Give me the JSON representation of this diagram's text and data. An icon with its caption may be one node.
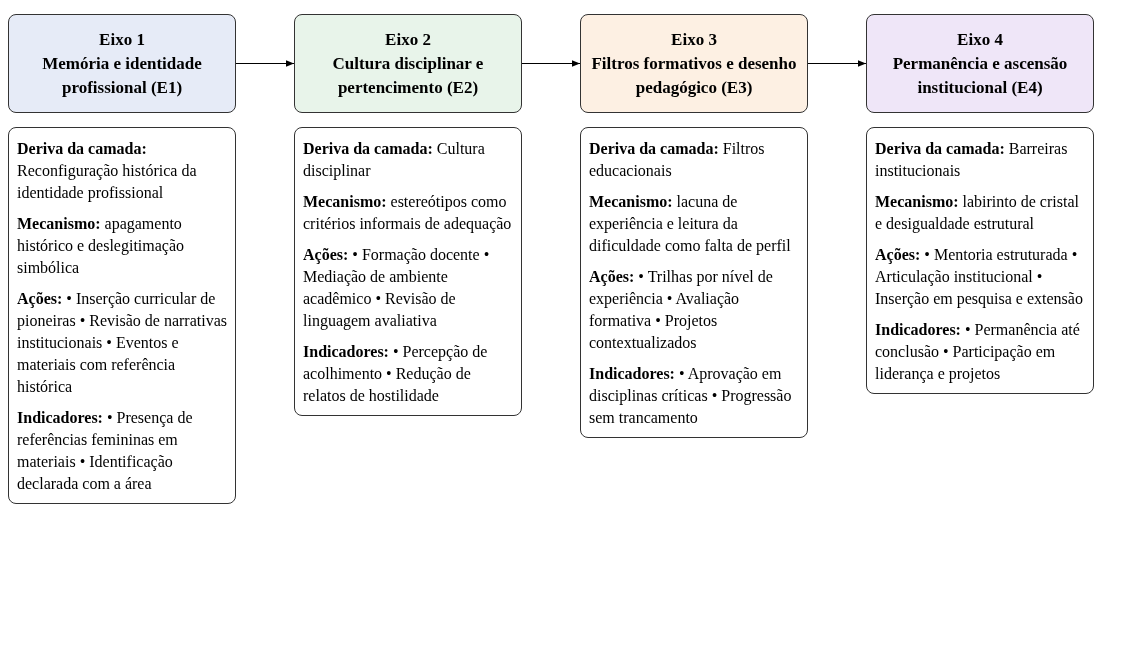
{
  "diagram": {
    "nodes": [
      {
        "text": [
          "Eixo 1",
          "Memória e identidade profissional (E1)"
        ]
      },
      {
        "text": [
          "Eixo 2",
          "Cultura disciplinar e pertencimento (E2)"
        ]
      },
      {
        "text": [
          "Eixo 3",
          "Filtros formativos e desenho pedagógico (E3)"
        ]
      },
      {
        "text": [
          "Eixo 4",
          "Permanência e ascensão institucional (E4)"
        ]
      },
      {
        "text": [
          "**Deriva da camada:** Reconfiguração histórica da identidade profissional",
          "**Mecanismo:** apagamento histórico e deslegitimação simbólica",
          "**Ações:** • Inserção curricular de pioneiras • Revisão de narrativas institucionais • Eventos e materiais com referência histórica",
          "**Indicadores:** • Presença de referências femininas em materiais • Identificação declarada com a área"
        ]
      },
      {
        "text": [
          "**Deriva da camada:** Cultura disciplinar",
          "**Mecanismo:** estereótipos como critérios informais de adequação",
          "**Ações:** • Formação docente • Mediação de ambiente acadêmico • Revisão de linguagem avaliativa",
          "**Indicadores:** • Percepção de acolhimento • Redução de relatos de hostilidade"
        ]
      },
      {
        "text": [
          "**Deriva da camada:** Filtros educacionais",
          "**Mecanismo:** lacuna de experiência e leitura da dificuldade como falta de perfil",
          "**Ações:** • Trilhas por nível de experiência • Avaliação formativa • Projetos contextualizados",
          "**Indicadores:** • Aprovação em disciplinas críticas • Progressão sem trancamento"
        ]
      },
      {
        "text": [
          "**Deriva da camada:** Barreiras institucionais",
          "**Mecanismo:** labirinto de cristal e desigualdade estrutural",
          "**Ações:** • Mentoria estruturada • Articulação institucional • Inserção em pesquisa e extensão",
          "**Indicadores:** • Permanência até conclusão • Participação em liderança e projetos"
        ]
      }
    ],
    "edges": [
      {
        "from": 0,
        "to": 1,
        "arrow": "to"
      },
      {
        "from": 1,
        "to": 2,
        "arrow": "to"
      },
      {
        "from": 2,
        "to": 3,
        "arrow": "to"
      }
    ]
  }
}
